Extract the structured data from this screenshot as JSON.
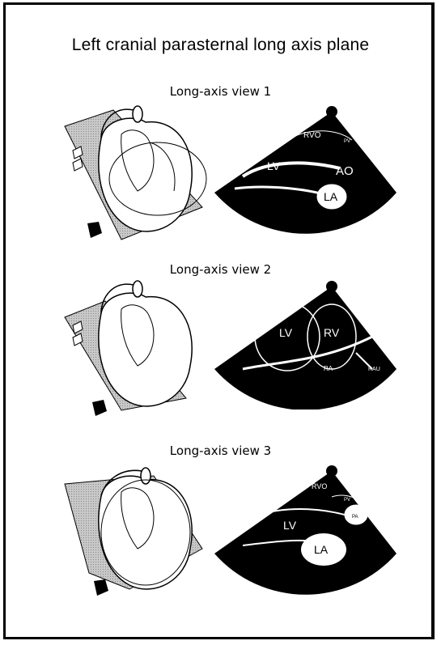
{
  "title": "Left cranial parasternal long axis plane",
  "views": [
    {
      "label": "Long-axis view 1",
      "structures": [
        "RVO",
        "PV",
        "LV",
        "AO",
        "LA"
      ]
    },
    {
      "label": "Long-axis view 2",
      "structures": [
        "LV",
        "RV",
        "RA",
        "RAU"
      ]
    },
    {
      "label": "Long-axis view 3",
      "structures": [
        "RVO",
        "PV",
        "LV",
        "PA",
        "LA"
      ]
    }
  ]
}
